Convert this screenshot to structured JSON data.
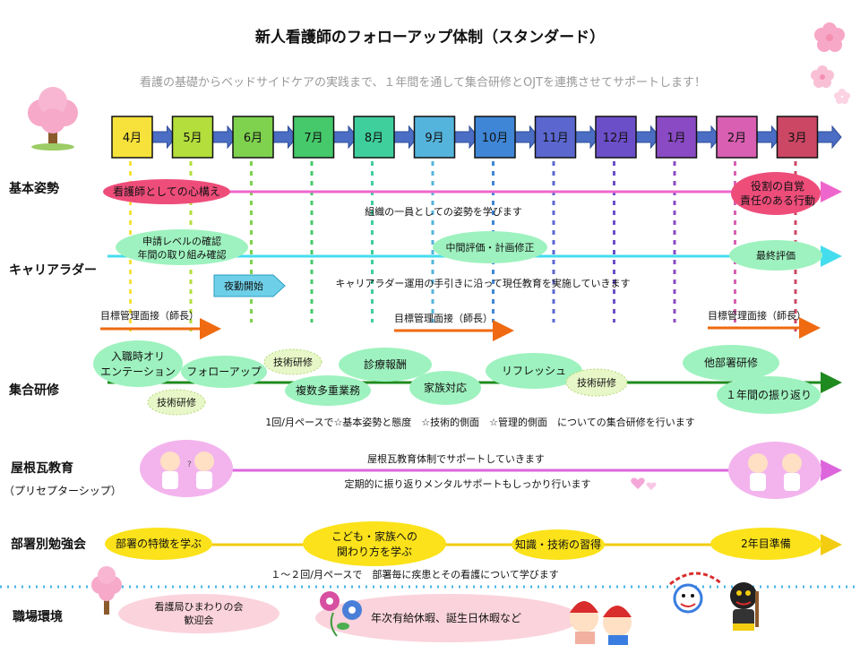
{
  "title": "新人看護師のフォローアップ体制（スタンダード）",
  "subtitle": "看護の基礎からベッドサイドケアの実践まで、１年間を通して集合研修とOJTを連携させてサポートします！",
  "months": [
    "4月",
    "5月",
    "6月",
    "7月",
    "8月",
    "9月",
    "10月",
    "11月",
    "12月",
    "1月",
    "2月",
    "3月"
  ],
  "month_colors": [
    "#f6e23a",
    "#b4de3c",
    "#7ed24d",
    "#45c96a",
    "#3fcf9c",
    "#55b4dc",
    "#3f86d6",
    "#5b67cf",
    "#6b4fc9",
    "#8a4ac4",
    "#d85fb2",
    "#cc4764"
  ],
  "rows": {
    "kihon": {
      "label": "基本姿勢",
      "start": "看護師としての心構え",
      "end_line1": "役割の自覚",
      "end_line2": "責任のある行動",
      "note": "組織の一員としての姿勢を学びます"
    },
    "career": {
      "label": "キャリアラダー",
      "b1_line1": "申請レベルの確認",
      "b1_line2": "年間の取り組み確認",
      "b2": "中間評価・計画修正",
      "b3": "最終評価",
      "night_shift": "夜勤開始",
      "note": "キャリアラダー運用の手引きに沿って現任教育を実施していきます",
      "interviews": [
        "目標管理面接（師長）",
        "目標管理面接（師長）",
        "目標管理面接（師長）"
      ]
    },
    "shugo": {
      "label": "集合研修",
      "items": [
        "入職時オリエンテーション",
        "フォローアップ",
        "技術研修",
        "技術研修",
        "複数多重業務",
        "診療報酬",
        "家族対応",
        "リフレッシュ",
        "技術研修",
        "他部署研修",
        "１年間の振り返り"
      ],
      "note": "1回/月ペースで☆基本姿勢と態度　☆技術的側面　☆管理的側面　についての集合研修を行います"
    },
    "yane": {
      "label": "屋根瓦教育",
      "sublabel": "（プリセプターシップ）",
      "note1": "屋根瓦教育体制でサポートしていきます",
      "note2": "定期的に振り返りメンタルサポートもしっかり行います"
    },
    "bumon": {
      "label": "部署別勉強会",
      "items": [
        "部署の特徴を学ぶ",
        "こども・家族への",
        "関わり方を学ぶ",
        "知識・技術の習得",
        "2年目準備"
      ],
      "note": "１～２回/月ペースで　部署毎に疾患とその看護について学びます"
    },
    "shokuba": {
      "label": "職場環境",
      "welcome_line1": "看護局ひまわりの会",
      "welcome_line2": "歓迎会",
      "leave": "年次有給休暇、誕生日休暇など"
    }
  },
  "icons": [
    "cherry-blossom-icon",
    "cherry-tree-icon",
    "nurse-pair-icon",
    "morning-glory-icon",
    "santa-kids-icon",
    "lion-dance-icon",
    "oni-icon"
  ]
}
